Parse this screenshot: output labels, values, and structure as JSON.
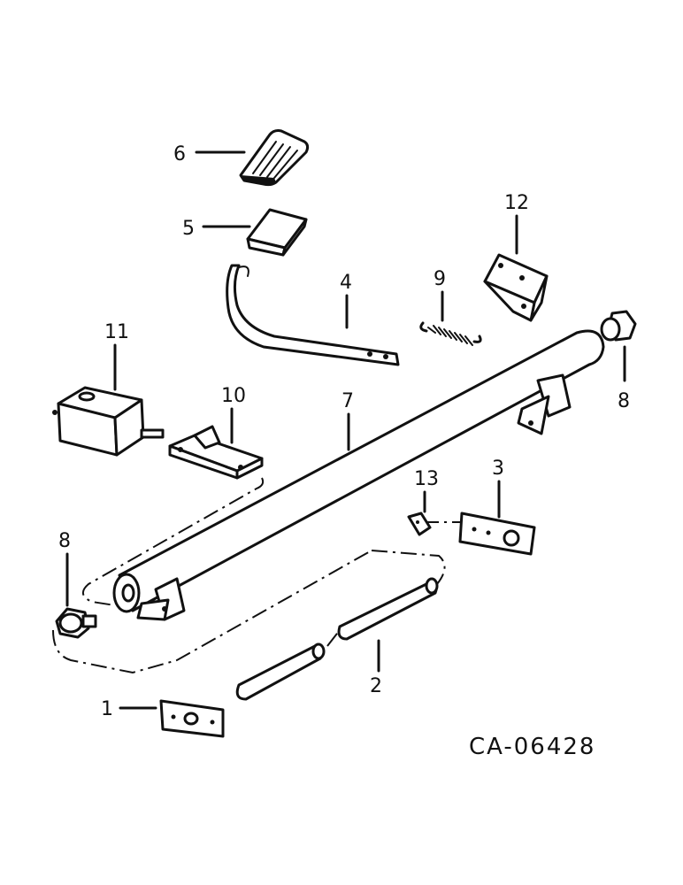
{
  "drawing_code": "CA-06428",
  "callouts": [
    {
      "id": "1",
      "text": "1"
    },
    {
      "id": "2",
      "text": "2"
    },
    {
      "id": "3",
      "text": "3"
    },
    {
      "id": "4",
      "text": "4"
    },
    {
      "id": "5",
      "text": "5"
    },
    {
      "id": "6",
      "text": "6"
    },
    {
      "id": "7",
      "text": "7"
    },
    {
      "id": "8a",
      "text": "8"
    },
    {
      "id": "8b",
      "text": "8"
    },
    {
      "id": "9",
      "text": "9"
    },
    {
      "id": "10",
      "text": "10"
    },
    {
      "id": "11",
      "text": "11"
    },
    {
      "id": "12",
      "text": "12"
    },
    {
      "id": "13",
      "text": "13"
    }
  ]
}
